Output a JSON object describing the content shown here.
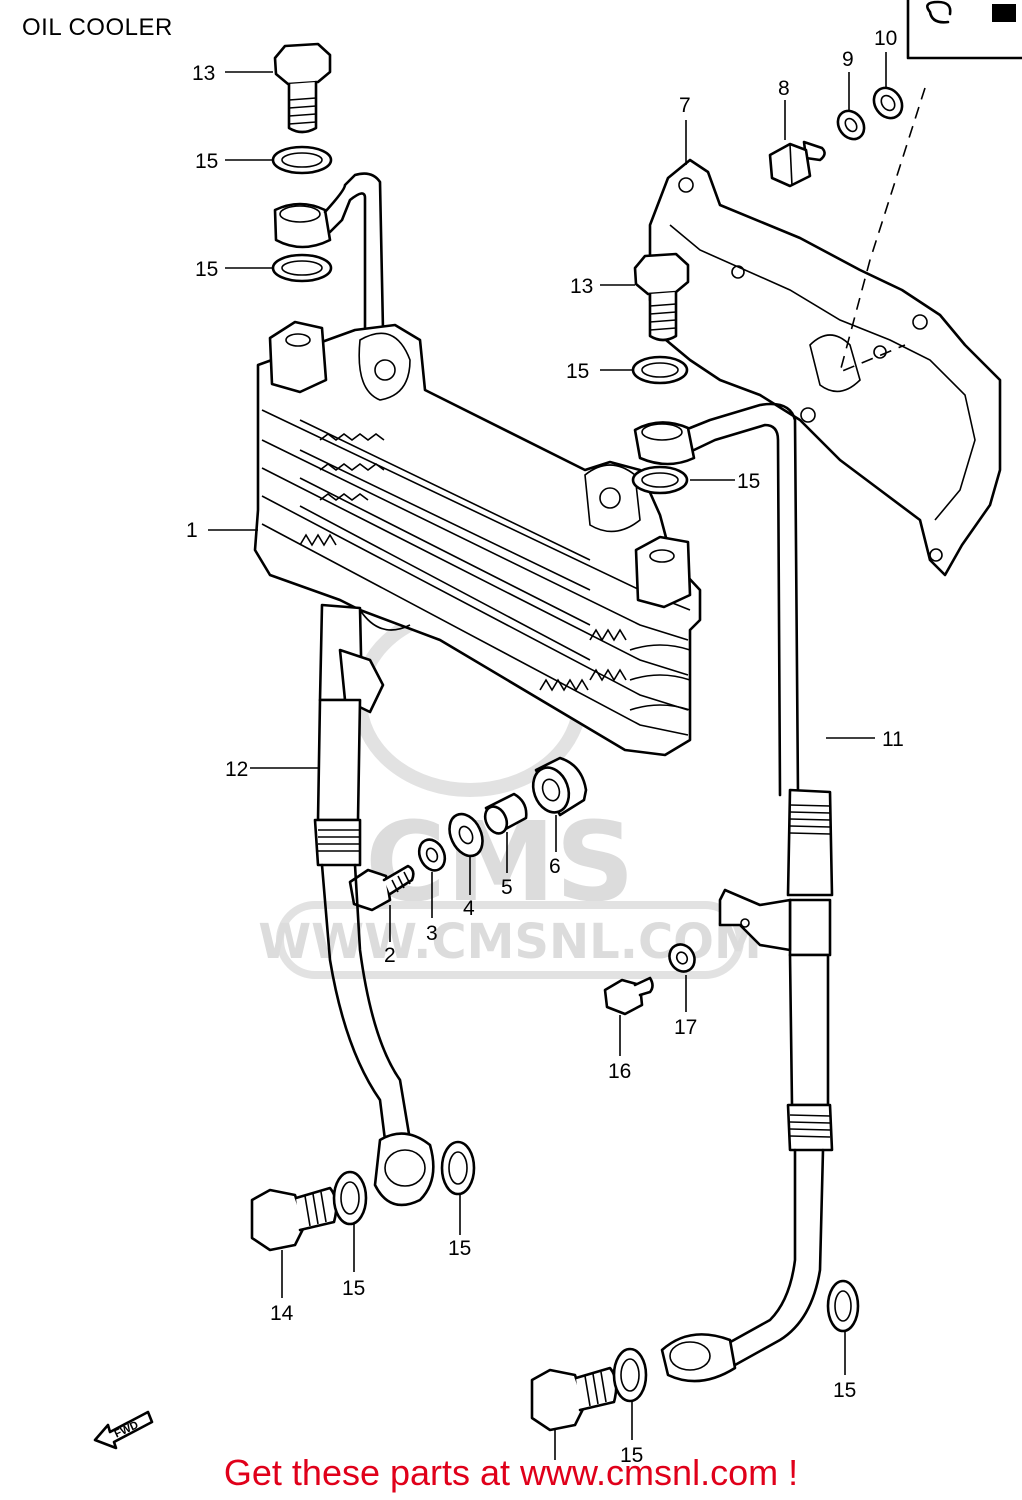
{
  "page": {
    "title": "OIL COOLER"
  },
  "watermark": {
    "logo_text": "CMS",
    "url_text": "WWW.CMSNL.COM"
  },
  "fwd_label": "FWD",
  "callouts": [
    {
      "num": "1"
    },
    {
      "num": "2"
    },
    {
      "num": "3"
    },
    {
      "num": "4"
    },
    {
      "num": "5"
    },
    {
      "num": "6"
    },
    {
      "num": "7"
    },
    {
      "num": "8"
    },
    {
      "num": "9"
    },
    {
      "num": "10"
    },
    {
      "num": "11"
    },
    {
      "num": "12"
    },
    {
      "num": "13"
    },
    {
      "num": "13"
    },
    {
      "num": "14"
    },
    {
      "num": "15"
    },
    {
      "num": "15"
    },
    {
      "num": "15"
    },
    {
      "num": "15"
    },
    {
      "num": "15"
    },
    {
      "num": "15"
    },
    {
      "num": "15"
    },
    {
      "num": "15"
    },
    {
      "num": "16"
    },
    {
      "num": "17"
    }
  ],
  "footer": {
    "cta": "Get these parts at www.cmsnl.com !"
  },
  "colors": {
    "cta": "#e0001a",
    "watermark": "#dcdcdc",
    "line": "#000000"
  }
}
